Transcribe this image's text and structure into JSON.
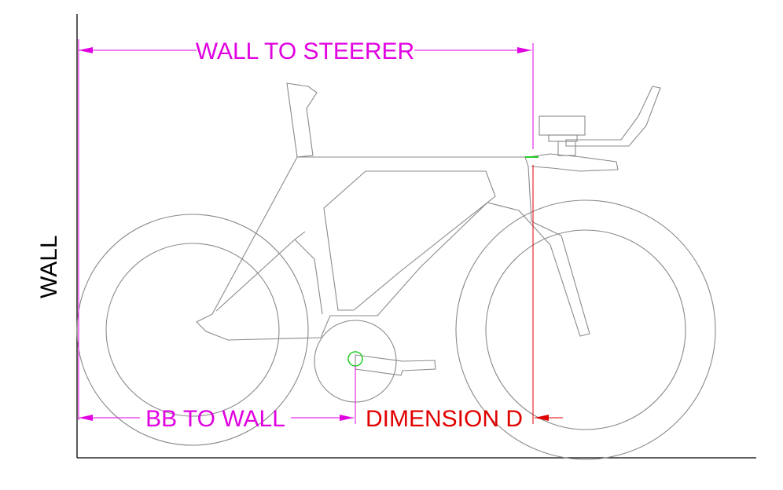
{
  "labels": {
    "wall": "WALL",
    "wall_to_steerer": "WALL TO STEERER",
    "bb_to_wall": "BB TO WALL",
    "dimension_d": "DIMENSION D"
  },
  "colors": {
    "outline": "#8a8a8a",
    "axis": "#000000",
    "magenta": "#e000e0",
    "red": "#e00000",
    "green": "#22cc22"
  }
}
